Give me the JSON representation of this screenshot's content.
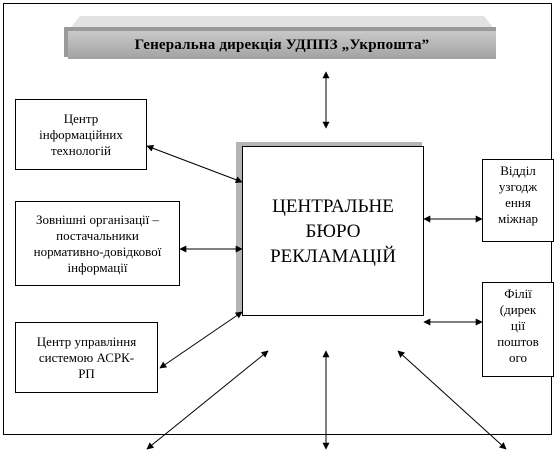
{
  "header": {
    "title": "Генеральна дирекція УДППЗ „Укрпошта”"
  },
  "center": {
    "lines": [
      "ЦЕНТРАЛЬНЕ",
      "БЮРО",
      "РЕКЛАМАЦІЙ"
    ]
  },
  "left_boxes": [
    {
      "lines": [
        "Центр",
        "інформаційних",
        "технологій"
      ]
    },
    {
      "lines": [
        "Зовнішні організації –",
        "постачальники",
        "нормативно-довідкової",
        "інформації"
      ]
    },
    {
      "lines": [
        "Центр управління",
        "системою АСРК-",
        "РП"
      ]
    }
  ],
  "right_boxes": [
    {
      "lines": [
        "Відділ",
        "узгодж",
        "ення",
        "міжнар"
      ]
    },
    {
      "lines": [
        "Філії",
        "(дирек",
        "ції",
        "поштов",
        "ого"
      ]
    }
  ],
  "colors": {
    "banner_fill": "#b4b4b4",
    "shadow": "#9a9a9a",
    "line": "#000000"
  }
}
